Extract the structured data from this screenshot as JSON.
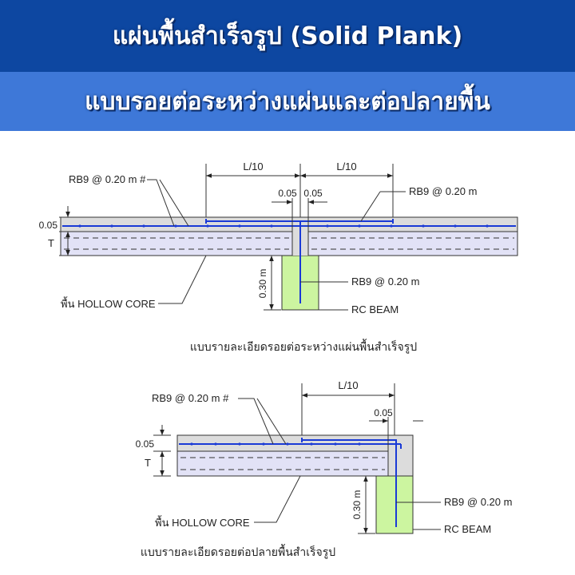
{
  "header": {
    "title": "แผ่นพื้นสำเร็จรูป (Solid Plank)",
    "subtitle": "แบบรอยต่อระหว่างแผ่นและต่อปลายพื้น"
  },
  "colors": {
    "title_band": "#0d47a1",
    "subtitle_band": "#3e78d8",
    "slab": "#dcdcdc",
    "hollow_core": "#e2e2f6",
    "rebar": "#1a3ad6",
    "beam": "#ccf5a0"
  },
  "diagram1": {
    "dim_left": "L/10",
    "dim_right": "L/10",
    "dim_gap_left": "0.05",
    "dim_gap_right": "0.05",
    "top_thickness": "0.05",
    "core_thickness": "T",
    "rebar_left": "RB9 @ 0.20 m #",
    "rebar_top_right": "RB9 @ 0.20 m",
    "rebar_beam": "RB9 @ 0.20 m",
    "hollow_core": "พื้น HOLLOW CORE",
    "beam_depth": "0.30 m",
    "beam": "RC BEAM",
    "caption": "แบบรายละเอียดรอยต่อระหว่างแผ่นพื้นสำเร็จรูป"
  },
  "diagram2": {
    "dim_top": "L/10",
    "dim_gap": "0.05",
    "top_thickness": "0.05",
    "core_thickness": "T",
    "rebar_top": "RB9 @ 0.20 m #",
    "rebar_beam": "RB9 @ 0.20 m",
    "hollow_core": "พื้น HOLLOW CORE",
    "beam_depth": "0.30 m",
    "beam": "RC BEAM",
    "caption": "แบบรายละเอียดรอยต่อปลายพื้นสำเร็จรูป"
  }
}
